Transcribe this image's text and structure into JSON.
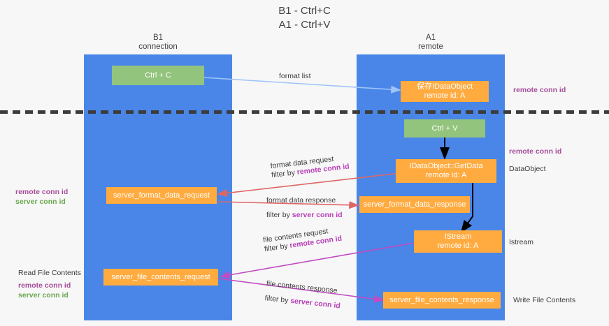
{
  "title": {
    "line1": "B1 - Ctrl+C",
    "line2": "A1 - Ctrl+V"
  },
  "lanes": [
    {
      "name": "b1",
      "header_line1": "B1",
      "header_line2": "connection"
    },
    {
      "name": "a1",
      "header_line1": "A1",
      "header_line2": "remote"
    }
  ],
  "boxes": {
    "ctrl_c": {
      "line1": "Ctrl + C"
    },
    "save_idataobject": {
      "line1": "保存IDataObject",
      "line2": "remote id: A"
    },
    "ctrl_v": {
      "line1": "Ctrl + V"
    },
    "getdata": {
      "line1": "IDataObject::GetData",
      "line2": "remote id: A"
    },
    "format_req": {
      "line1": "server_format_data_request"
    },
    "format_resp": {
      "line1": "server_format_data_response"
    },
    "istream": {
      "line1": "IStream",
      "line2": "remote id: A"
    },
    "file_req": {
      "line1": "server_file_contents_request"
    },
    "file_resp": {
      "line1": "server_file_contents_response"
    }
  },
  "edge_labels": {
    "format_list": "format list",
    "format_data_request": "format data request",
    "format_data_request_filter_prefix": "filter by ",
    "format_data_request_filter_key": "remote conn id",
    "format_data_response": "format data response",
    "format_data_response_filter_prefix": "filter by ",
    "format_data_response_filter_key": "server conn id",
    "file_contents_request": "file contents request",
    "file_contents_request_filter_prefix": "filter by ",
    "file_contents_request_filter_key": "remote conn id",
    "file_contents_response": "file contents response",
    "file_contents_response_filter_prefix": "filter by ",
    "file_contents_response_filter_key": "server conn id"
  },
  "side_labels": {
    "right_remote_conn_id_top": "remote conn id",
    "right_remote_conn_id_mid": "remote conn id",
    "right_dataobject": "DataObject",
    "right_istream": "Istream",
    "right_write_file_contents": "Write File Contents",
    "left_remote_conn_id_mid": "remote conn id",
    "left_server_conn_id_mid": "server conn id",
    "left_read_file_contents": "Read File Contents",
    "left_remote_conn_id_bottom": "remote conn id",
    "left_server_conn_id_bottom": "server conn id"
  },
  "colors": {
    "lane": "#4a86e8",
    "green_box": "#93c47d",
    "orange_box": "#ffab40",
    "purple_text": "#a64d9a",
    "green_text": "#6aa84f",
    "arrow_blue": "#9fc5f8",
    "arrow_red": "#e06666",
    "arrow_magenta": "#c14bc1",
    "arrow_black": "#000000",
    "background": "#f7f7f7"
  }
}
